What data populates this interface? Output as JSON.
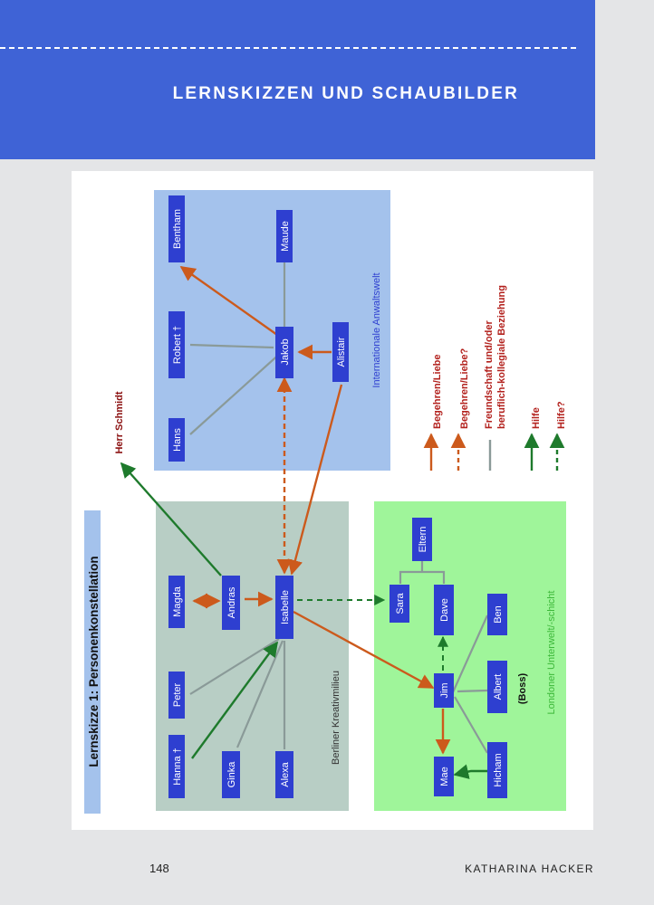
{
  "header": {
    "title": "LERNSKIZZEN UND SCHAUBILDER"
  },
  "footer": {
    "page_number": "148",
    "author": "KATHARINA HACKER"
  },
  "diagram": {
    "title": "Lernskizze 1: Personenkonstellation",
    "groups": {
      "anwalt": "Internationale Anwaltswelt",
      "berlin": "Berliner Kreativmilieu",
      "london": "Londoner Unterwelt/-schicht"
    },
    "persons": {
      "hans": "Hans",
      "robert": "Robert †",
      "bentham": "Bentham",
      "jakob": "Jakob",
      "maude": "Maude",
      "alistair": "Alistair",
      "herr_schmidt": "Herr Schmidt",
      "hanna": "Hanna †",
      "peter": "Peter",
      "magda": "Magda",
      "ginka": "Ginka",
      "andras": "Andras",
      "alexa": "Alexa",
      "isabelle": "Isabelle",
      "sara": "Sara",
      "eltern": "Eltern",
      "dave": "Dave",
      "jim": "Jim",
      "ben": "Ben",
      "albert": "Albert",
      "mae": "Mae",
      "hicham": "Hicham",
      "boss": "(Boss)"
    },
    "legend": {
      "desire": "Begehren/Liebe",
      "desire_q": "Begehren/Liebe?",
      "friend_1": "Freundschaft und/oder",
      "friend_2": "beruflich-kollegiale Beziehung",
      "help": "Hilfe",
      "help_q": "Hilfe?"
    },
    "colors": {
      "header": "#3f63d6",
      "node": "#2e3fd0",
      "anwalt_bg": "#a4c2ec",
      "berlin_bg": "#b8cec5",
      "london_bg": "#9ff59a",
      "desire": "#cc5a1c",
      "help": "#1e7a2c",
      "relation": "#8a9a98",
      "anwalt_text": "#2e3fd0",
      "london_text": "#3db83a",
      "legend_text": "#b3221e"
    }
  }
}
